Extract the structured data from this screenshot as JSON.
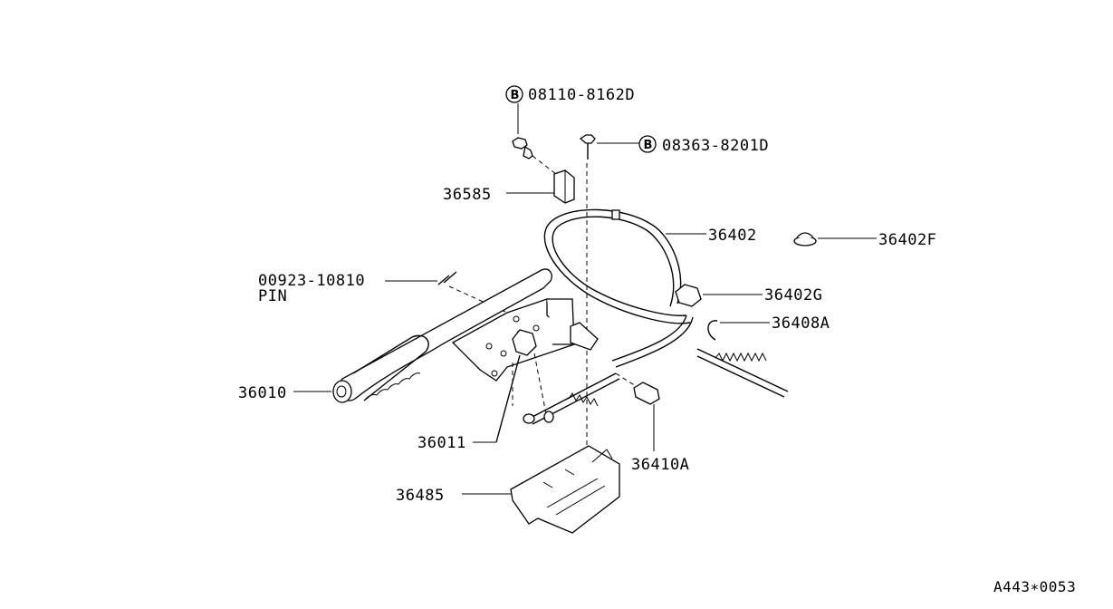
{
  "diagram": {
    "labels": {
      "bolt_top": "08110-8162D",
      "bolt_right": "08363-8201D",
      "clamp": "36585",
      "front_cable": "36402",
      "grommet": "36402F",
      "cable_grommet": "36402G",
      "clip": "36408A",
      "pin": "00923-10810",
      "pin_word": "PIN",
      "lever_assy": "36010",
      "lever_bracket": "36011",
      "adjuster": "36410A",
      "cover": "36485"
    },
    "bolt_symbol": "B",
    "reference": "A443∗0053"
  }
}
